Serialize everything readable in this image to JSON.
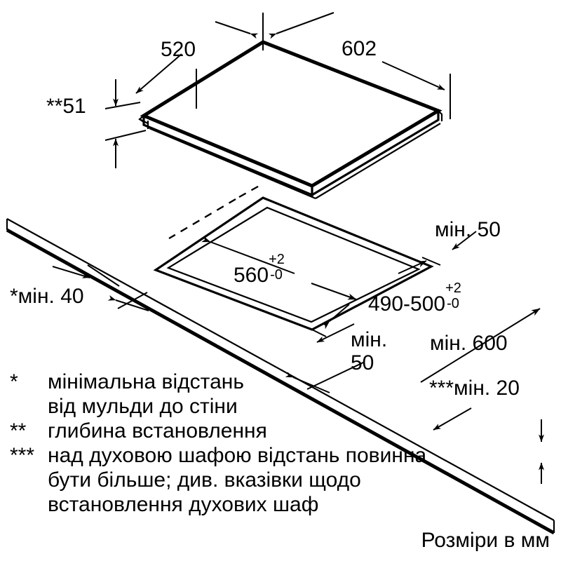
{
  "document": {
    "type": "installation-dimension-drawing",
    "subject": "built-in cooktop installation cut-out",
    "units_note": "Розміри в мм"
  },
  "appliance_dimensions": {
    "width_label": "602",
    "depth_label": "520",
    "height_label": "**51"
  },
  "cutout_dimensions": {
    "width_value": "560",
    "width_tol_upper": "+2",
    "width_tol_lower": "-0",
    "depth_value": "490-500",
    "depth_tol_upper": "+2",
    "depth_tol_lower": "-0"
  },
  "clearances": {
    "rear_min": "мін. 50",
    "side_min_left": "*мін. 40",
    "front_min": "мін.",
    "front_min_value": "50",
    "worktop_depth_min": "мін. 600",
    "below_min": "***мін. 20"
  },
  "legend": [
    {
      "mark": "*",
      "lines": [
        "мінімальна відстань",
        "від мульди до стіни"
      ]
    },
    {
      "mark": "**",
      "lines": [
        "глибина встановлення"
      ]
    },
    {
      "mark": "***",
      "lines": [
        "над духовою шафою відстань повинна",
        "бути більше; див. вказівки щодо",
        "встановлення духових шаф"
      ]
    }
  ],
  "colors": {
    "line": "#000000",
    "background": "#ffffff",
    "text": "#000000"
  },
  "chart_data": {
    "type": "table",
    "title": "Розміри в мм",
    "categories": [
      "602",
      "520",
      "**51",
      "560 +2/-0",
      "490-500 +2/-0",
      "мін. 50",
      "*мін. 40",
      "мін. 50",
      "мін. 600",
      "***мін. 20"
    ],
    "values": [
      602,
      520,
      51,
      560,
      495,
      50,
      40,
      50,
      600,
      20
    ]
  }
}
